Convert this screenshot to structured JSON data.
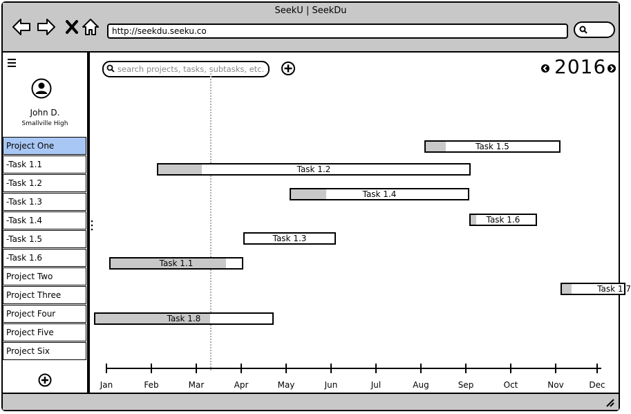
{
  "window": {
    "title": "SeekU | SeekDu"
  },
  "browser": {
    "url": "http://seekdu.seeku.co",
    "buttons": [
      "back-icon",
      "forward-icon",
      "close-icon",
      "home-icon"
    ]
  },
  "sidebar": {
    "user_name": "John D.",
    "school": "Smallville High",
    "items": [
      {
        "label": "Project One",
        "active": true
      },
      {
        "label": "-Task 1.1",
        "active": false
      },
      {
        "label": "-Task 1.2",
        "active": false
      },
      {
        "label": "-Task 1.3",
        "active": false
      },
      {
        "label": "-Task 1.4",
        "active": false
      },
      {
        "label": "-Task 1.5",
        "active": false
      },
      {
        "label": "-Task 1.6",
        "active": false
      },
      {
        "label": "Project Two",
        "active": false
      },
      {
        "label": "Project Three",
        "active": false
      },
      {
        "label": "Project Four",
        "active": false
      },
      {
        "label": "Project Five",
        "active": false
      },
      {
        "label": "Project Six",
        "active": false
      }
    ]
  },
  "main": {
    "search_placeholder": "search projects, tasks, subtasks, etc.",
    "year": "2016",
    "months": [
      "Jan",
      "Feb",
      "Mar",
      "Apr",
      "May",
      "Jun",
      "Jul",
      "Aug",
      "Sep",
      "Oct",
      "Nov",
      "Dec"
    ],
    "tasks": [
      {
        "label": "Task 1.5",
        "start": "Aug",
        "end": "Nov",
        "progress": 0.15
      },
      {
        "label": "Task 1.2",
        "start": "Feb",
        "end": "Sep",
        "progress": 0.14
      },
      {
        "label": "Task 1.4",
        "start": "May",
        "end": "Sep",
        "progress": 0.2
      },
      {
        "label": "Task 1.6",
        "start": "Sep",
        "end": "Oct",
        "progress": 0.08
      },
      {
        "label": "Task 1.3",
        "start": "Apr",
        "end": "May",
        "progress": 0.0
      },
      {
        "label": "Task 1.1",
        "start": "Jan",
        "end": "Apr",
        "progress": 0.88
      },
      {
        "label": "Task 1.7",
        "start": "Nov",
        "end": "Dec",
        "progress": 0.15
      },
      {
        "label": "Task 1.8",
        "start": "Jan",
        "end": "Apr",
        "progress": 0.65
      }
    ]
  },
  "colors": {
    "chrome": "#c8c8c8",
    "selected": "#a9c7f4",
    "progress": "#c8c8c8"
  }
}
